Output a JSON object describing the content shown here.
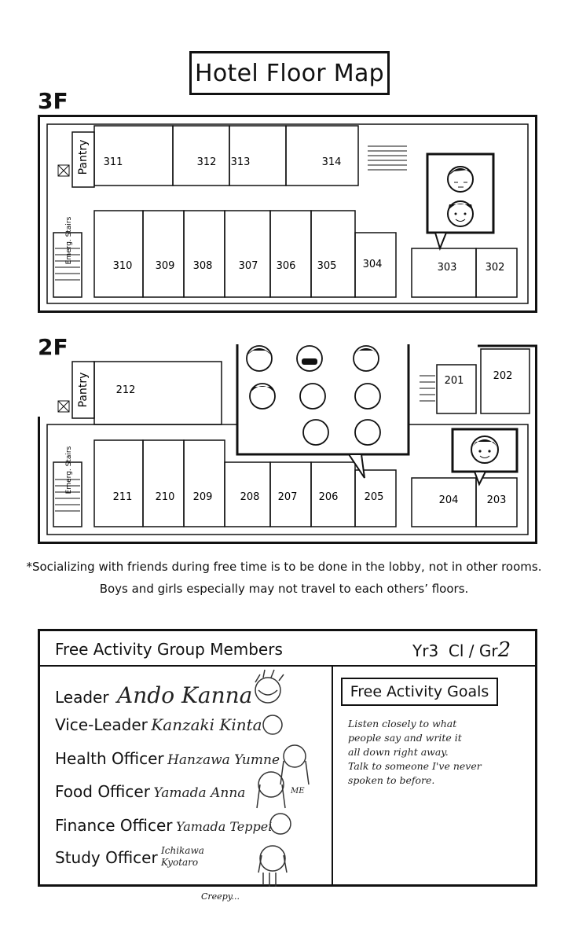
{
  "title": "Hotel Floor Map",
  "floors": {
    "third": {
      "label": "3F",
      "pantry": "Pantry",
      "stairs": "Emerg. Stairs",
      "rooms_top": [
        "311",
        "312",
        "313",
        "314"
      ],
      "rooms_bottom": [
        "310",
        "309",
        "308",
        "307",
        "306",
        "305",
        "304",
        "303",
        "302"
      ]
    },
    "second": {
      "label": "2F",
      "pantry": "Pantry",
      "stairs": "Emerg. Stairs",
      "rooms_top": [
        "212",
        "201",
        "202"
      ],
      "rooms_bottom": [
        "211",
        "210",
        "209",
        "208",
        "207",
        "206",
        "205",
        "204",
        "203"
      ]
    }
  },
  "notice": {
    "line1": "*Socializing with friends during free time is to be done in the lobby, not in other rooms.",
    "line2": "Boys and girls especially may not travel to each others’ floors."
  },
  "group": {
    "title": "Free Activity Group Members",
    "class_prefix": "Yr3  Cl / Gr",
    "class_number": "2",
    "members": [
      {
        "role": "Leader",
        "name": "Ando Kanna"
      },
      {
        "role": "Vice-Leader",
        "name": "Kanzaki Kinta"
      },
      {
        "role": "Health Officer",
        "name": "Hanzawa Yumne"
      },
      {
        "role": "Food Officer",
        "name": "Yamada Anna"
      },
      {
        "role": "Finance Officer",
        "name": "Yamada Teppei"
      },
      {
        "role": "Study Officer",
        "name": "Ichikawa Kyotaro"
      }
    ],
    "me_note": "ME",
    "creepy_note": "Creepy..."
  },
  "goals": {
    "title": "Free Activity Goals",
    "lines": [
      "Listen closely to what",
      "people say and write it",
      "all down right away.",
      "Talk to someone I've never",
      "spoken to before."
    ]
  }
}
